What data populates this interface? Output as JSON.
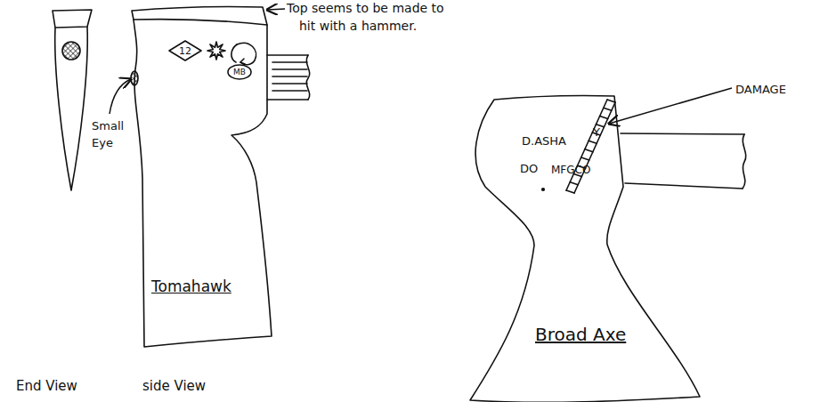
{
  "diagram": {
    "nodes": [
      {
        "text": [
          "Tomahawk"
        ]
      },
      {
        "text": [
          "12"
        ],
        "in": 0
      },
      {
        "text": [
          "MB"
        ],
        "in": 0
      },
      {
        "text": [
          "D.ASHA",
          "Y",
          "DO",
          "MFGCO",
          "Broad Axe"
        ]
      }
    ],
    "labels": [
      "Top seems to be made to hit with a hammer.",
      "Small Eye",
      "End View",
      "side View",
      "DAMAGE"
    ]
  }
}
